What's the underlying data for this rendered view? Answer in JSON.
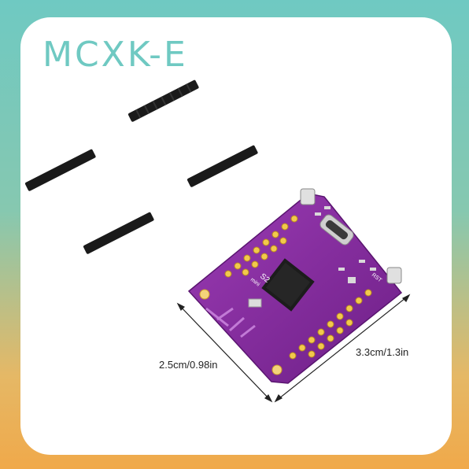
{
  "brand": "MCXK-E",
  "dimensions": {
    "width_label": "2.5cm/0.98in",
    "length_label": "3.3cm/1.3in"
  },
  "board": {
    "silkscreen_model": "S2",
    "silkscreen_mini": "mini",
    "silkscreen_rst": "RST"
  },
  "colors": {
    "brand": "#6fc9c2",
    "pcb": "#8a2fa0",
    "pin": "#1a1a1a"
  }
}
